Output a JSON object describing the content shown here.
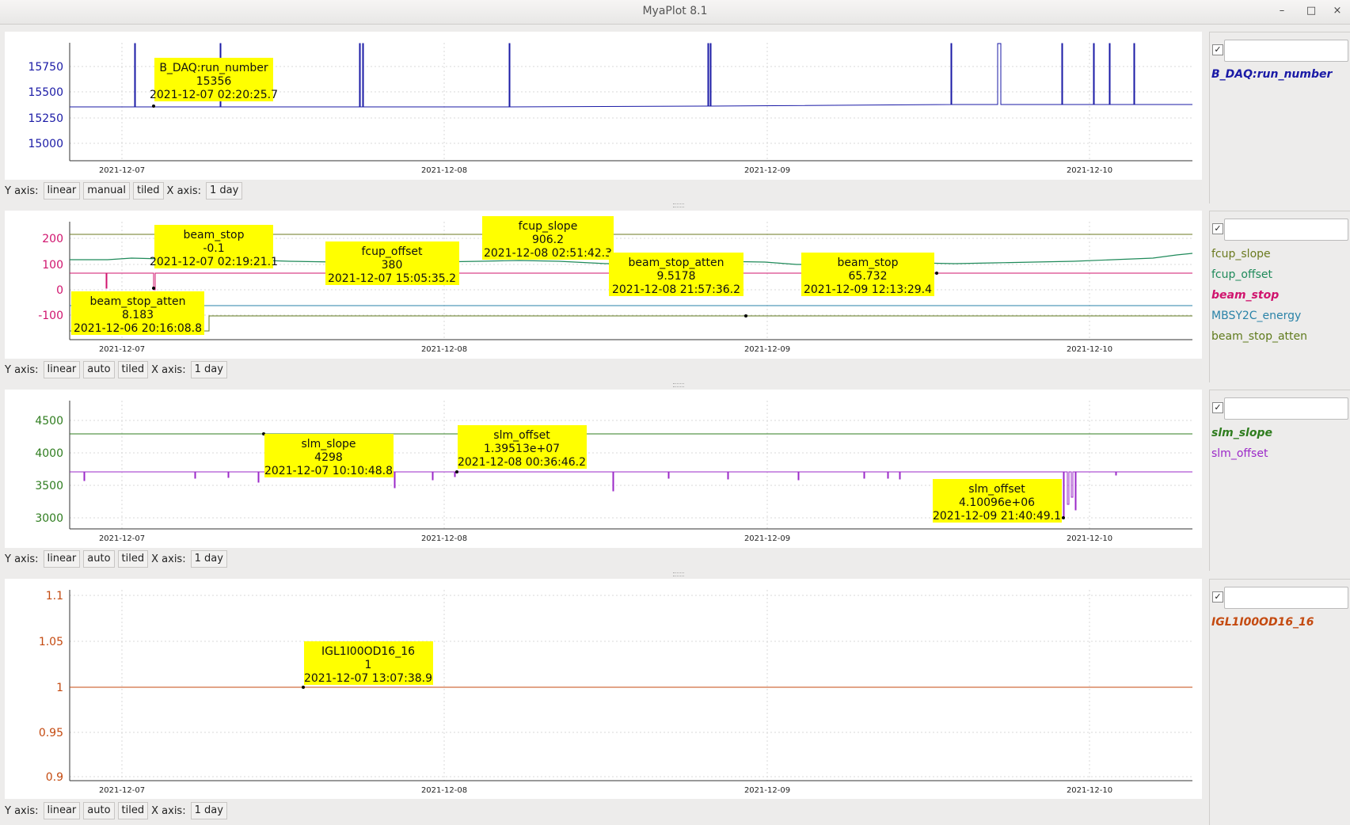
{
  "window": {
    "title": "MyaPlot 8.1",
    "minimize": "–",
    "maximize": "□",
    "close": "×"
  },
  "colors": {
    "run_number": "#1a1aa6",
    "fcup_slope": "#6b7a1f",
    "fcup_offset": "#1f8a5a",
    "beam_stop": "#d0146e",
    "MBSY2C_energy": "#2a83a8",
    "beam_stop_atten": "#5f7a1c",
    "slm_slope": "#2f7d1f",
    "slm_offset": "#9b28c8",
    "IGL": "#c44a10",
    "annotation": "#ffff00"
  },
  "x_ticks": [
    "2021-12-07",
    "2021-12-08",
    "2021-12-09",
    "2021-12-10"
  ],
  "panels": [
    {
      "id": "p1",
      "y_ticks": [
        "15750",
        "15500",
        "15250",
        "15000"
      ],
      "y_color": "#1a1aa6",
      "toolbar": {
        "y_label": "Y axis:",
        "scale": "linear",
        "mode": "manual",
        "layout": "tiled",
        "x_label": "X axis:",
        "x_range": "1 day"
      },
      "legend": [
        {
          "name": "B_DAQ:run_number",
          "color": "#1a1aa6",
          "selected": true
        }
      ],
      "checkbox": "✓",
      "annotations": [
        {
          "l1": "B_DAQ:run_number",
          "l2": "15356",
          "l3": "2021-12-07 02:20:25.7"
        }
      ]
    },
    {
      "id": "p2",
      "y_ticks": [
        "200",
        "100",
        "0",
        "-100"
      ],
      "y_color": "#d0146e",
      "toolbar": {
        "y_label": "Y axis:",
        "scale": "linear",
        "mode": "auto",
        "layout": "tiled",
        "x_label": "X axis:",
        "x_range": "1 day"
      },
      "legend": [
        {
          "name": "fcup_slope",
          "color": "#6b7a1f",
          "selected": false
        },
        {
          "name": "fcup_offset",
          "color": "#1f8a5a",
          "selected": false
        },
        {
          "name": "beam_stop",
          "color": "#d0146e",
          "selected": true
        },
        {
          "name": "MBSY2C_energy",
          "color": "#2a83a8",
          "selected": false
        },
        {
          "name": "beam_stop_atten",
          "color": "#5f7a1c",
          "selected": false
        }
      ],
      "checkbox": "✓",
      "annotations": [
        {
          "l1": "beam_stop",
          "l2": "-0.1",
          "l3": "2021-12-07 02:19:21.1"
        },
        {
          "l1": "fcup_offset",
          "l2": "380",
          "l3": "2021-12-07 15:05:35.2"
        },
        {
          "l1": "fcup_slope",
          "l2": "906.2",
          "l3": "2021-12-08 02:51:42.3"
        },
        {
          "l1": "beam_stop_atten",
          "l2": "9.5178",
          "l3": "2021-12-08 21:57:36.2"
        },
        {
          "l1": "beam_stop",
          "l2": "65.732",
          "l3": "2021-12-09 12:13:29.4"
        },
        {
          "l1": "beam_stop_atten",
          "l2": "8.183",
          "l3": "2021-12-06 20:16:08.8"
        }
      ]
    },
    {
      "id": "p3",
      "y_ticks": [
        "4500",
        "4000",
        "3500",
        "3000"
      ],
      "y_color": "#2f7d1f",
      "toolbar": {
        "y_label": "Y axis:",
        "scale": "linear",
        "mode": "auto",
        "layout": "tiled",
        "x_label": "X axis:",
        "x_range": "1 day"
      },
      "legend": [
        {
          "name": "slm_slope",
          "color": "#2f7d1f",
          "selected": true
        },
        {
          "name": "slm_offset",
          "color": "#9b28c8",
          "selected": false
        }
      ],
      "checkbox": "✓",
      "annotations": [
        {
          "l1": "slm_slope",
          "l2": "4298",
          "l3": "2021-12-07 10:10:48.8"
        },
        {
          "l1": "slm_offset",
          "l2": "1.39513e+07",
          "l3": "2021-12-08 00:36:46.2"
        },
        {
          "l1": "slm_offset",
          "l2": "4.10096e+06",
          "l3": "2021-12-09 21:40:49.1"
        }
      ]
    },
    {
      "id": "p4",
      "y_ticks": [
        "1.1",
        "1.05",
        "1",
        "0.95",
        "0.9"
      ],
      "y_color": "#c44a10",
      "toolbar": {
        "y_label": "Y axis:",
        "scale": "linear",
        "mode": "auto",
        "layout": "tiled",
        "x_label": "X axis:",
        "x_range": "1 day"
      },
      "legend": [
        {
          "name": "IGL1I00OD16_16",
          "color": "#c44a10",
          "selected": true
        }
      ],
      "checkbox": "✓",
      "annotations": [
        {
          "l1": "IGL1I00OD16_16",
          "l2": "1",
          "l3": "2021-12-07 13:07:38.9"
        }
      ]
    }
  ]
}
